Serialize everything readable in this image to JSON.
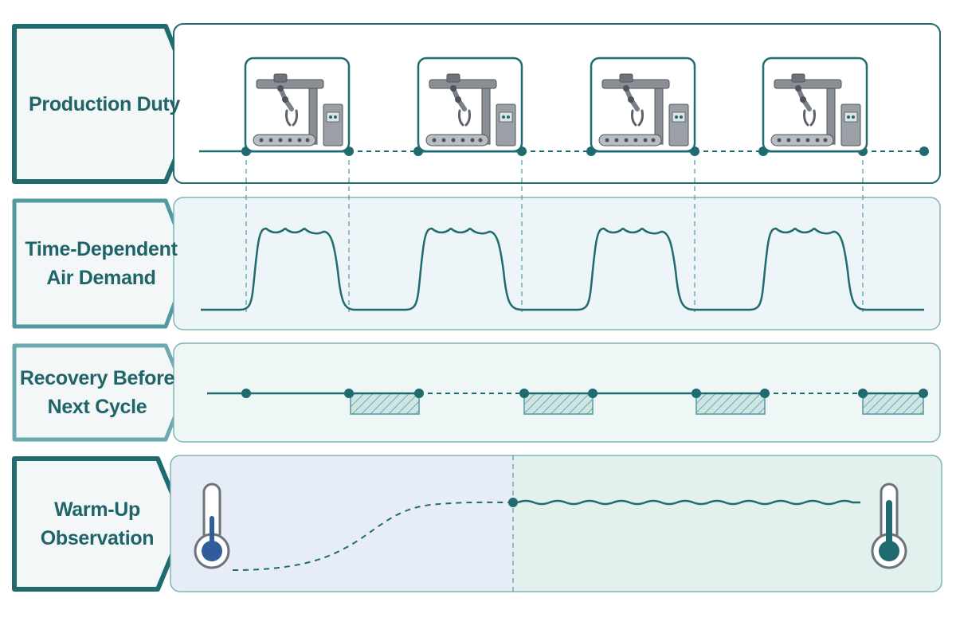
{
  "lanes": [
    {
      "id": "production",
      "label": "Production Duty"
    },
    {
      "id": "demand",
      "label": "Time-Dependent\nAir Demand"
    },
    {
      "id": "recovery",
      "label": "Recovery Before\nNext Cycle"
    },
    {
      "id": "warmup",
      "label": "Warm-Up\nObservation"
    }
  ],
  "production_cycles": 4,
  "colors": {
    "teal_dark": "#1f6b70",
    "teal_mid": "#4f9aa0",
    "teal_light": "#8fc3c6",
    "label_text": "#1e6469",
    "panel_tint": "#eef5f8",
    "warm_left": "#e6edf6",
    "warm_right": "#e3f1ee",
    "cold_blue": "#2f5d9a",
    "machine_gray": "#8a8f96"
  },
  "icons": {
    "machine": "robotic-arm-conveyor-icon",
    "cold": "thermometer-cold-icon",
    "warm": "thermometer-warm-icon"
  }
}
